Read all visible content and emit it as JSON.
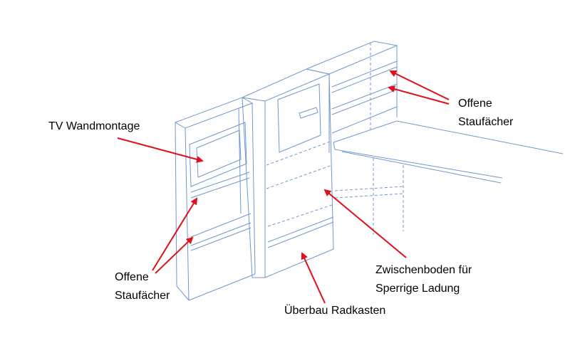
{
  "labels": {
    "tv_mount": "TV Wandmontage",
    "open_left_1": "Offene",
    "open_left_2": "Staufächer",
    "open_right_1": "Offene",
    "open_right_2": "Staufächer",
    "floor_1": "Zwischenboden für",
    "floor_2": "Sperrige Ladung",
    "wheel": "Überbau Radkasten"
  },
  "colors": {
    "drawing": "#6f97cf",
    "arrow": "#e0101a",
    "accent_block": "#3c68b4"
  }
}
